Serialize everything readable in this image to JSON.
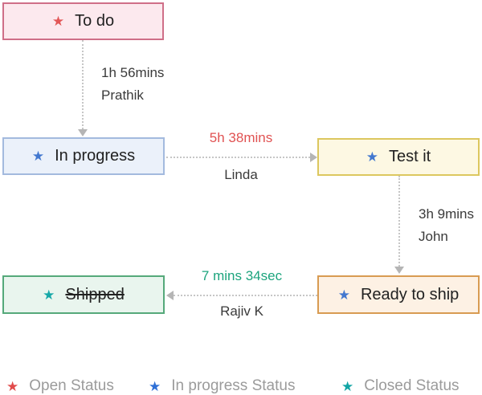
{
  "workflow": {
    "nodes": [
      {
        "id": "to-do",
        "label": "To do",
        "status_type": "open",
        "star_icon": "star",
        "star_color": "#e25757",
        "bg_color": "#fce9ee",
        "border_color": "#cf6f88",
        "strikethrough": false
      },
      {
        "id": "in-progress",
        "label": "In progress",
        "status_type": "in-progress",
        "star_icon": "star",
        "star_color": "#4378cf",
        "bg_color": "#ebf1fa",
        "border_color": "#a3bade",
        "strikethrough": false
      },
      {
        "id": "test-it",
        "label": "Test it",
        "status_type": "in-progress",
        "star_icon": "star",
        "star_color": "#4378cf",
        "bg_color": "#fdf8e3",
        "border_color": "#dcc75f",
        "strikethrough": false
      },
      {
        "id": "ready-to-ship",
        "label": "Ready to ship",
        "status_type": "in-progress",
        "star_icon": "star",
        "star_color": "#4378cf",
        "bg_color": "#fdf1e4",
        "border_color": "#d89b52",
        "strikethrough": false
      },
      {
        "id": "shipped",
        "label": "Shipped",
        "status_type": "closed",
        "star_icon": "star",
        "star_color": "#16a8a8",
        "bg_color": "#e9f5ee",
        "border_color": "#55a97a",
        "strikethrough": true
      }
    ],
    "transitions": [
      {
        "from": "To do",
        "to": "In progress",
        "duration": "1h 56mins",
        "user": "Prathik",
        "duration_color": "#3a3a3a",
        "direction": "down"
      },
      {
        "from": "In progress",
        "to": "Test it",
        "duration": "5h 38mins",
        "user": "Linda",
        "duration_color": "#e05252",
        "direction": "right"
      },
      {
        "from": "Test it",
        "to": "Ready to ship",
        "duration": "3h 9mins",
        "user": "John",
        "duration_color": "#3a3a3a",
        "direction": "down"
      },
      {
        "from": "Ready to ship",
        "to": "Shipped",
        "duration": "7 mins 34sec",
        "user": "Rajiv K",
        "duration_color": "#1ca47d",
        "direction": "left"
      }
    ],
    "legend": [
      {
        "label": "Open Status",
        "star_color": "#e14b4b"
      },
      {
        "label": "In progress Status",
        "star_color": "#2e6fd6"
      },
      {
        "label": "Closed Status",
        "star_color": "#12a5a5"
      }
    ],
    "star_glyph": "★"
  }
}
